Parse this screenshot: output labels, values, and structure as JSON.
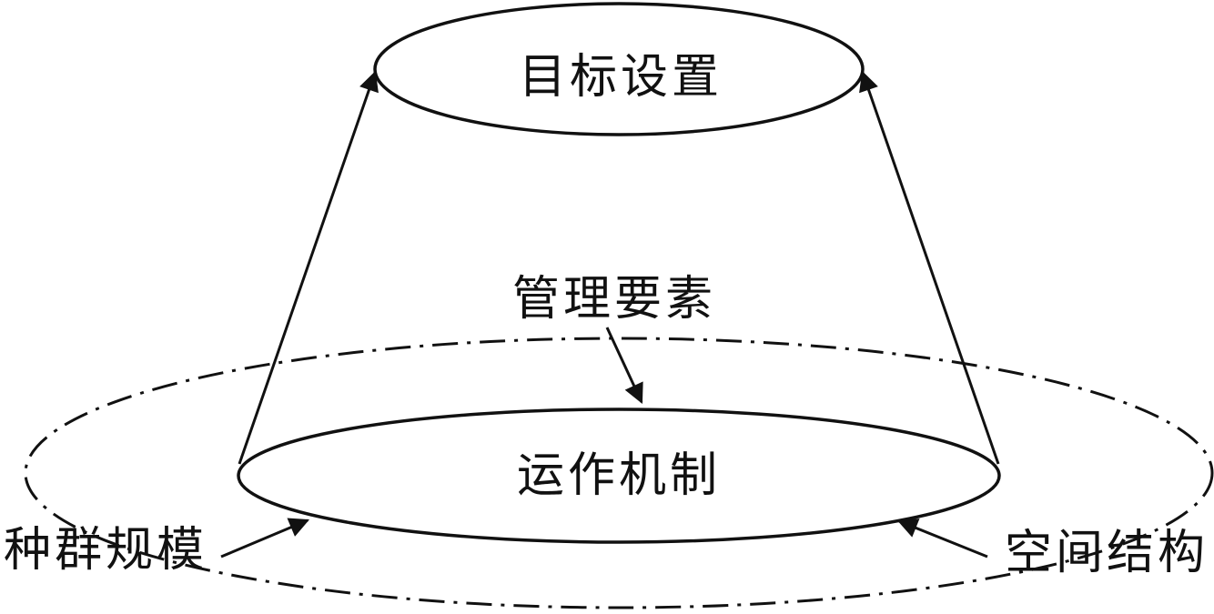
{
  "diagram": {
    "top_node": {
      "label": "目标设置"
    },
    "middle_label": {
      "label": "管理要素"
    },
    "bottom_node": {
      "label": "运作机制"
    },
    "left_label": {
      "label": "种群规模"
    },
    "right_label": {
      "label": "空间结构"
    }
  },
  "colors": {
    "stroke": "#111111",
    "background": "#ffffff"
  }
}
